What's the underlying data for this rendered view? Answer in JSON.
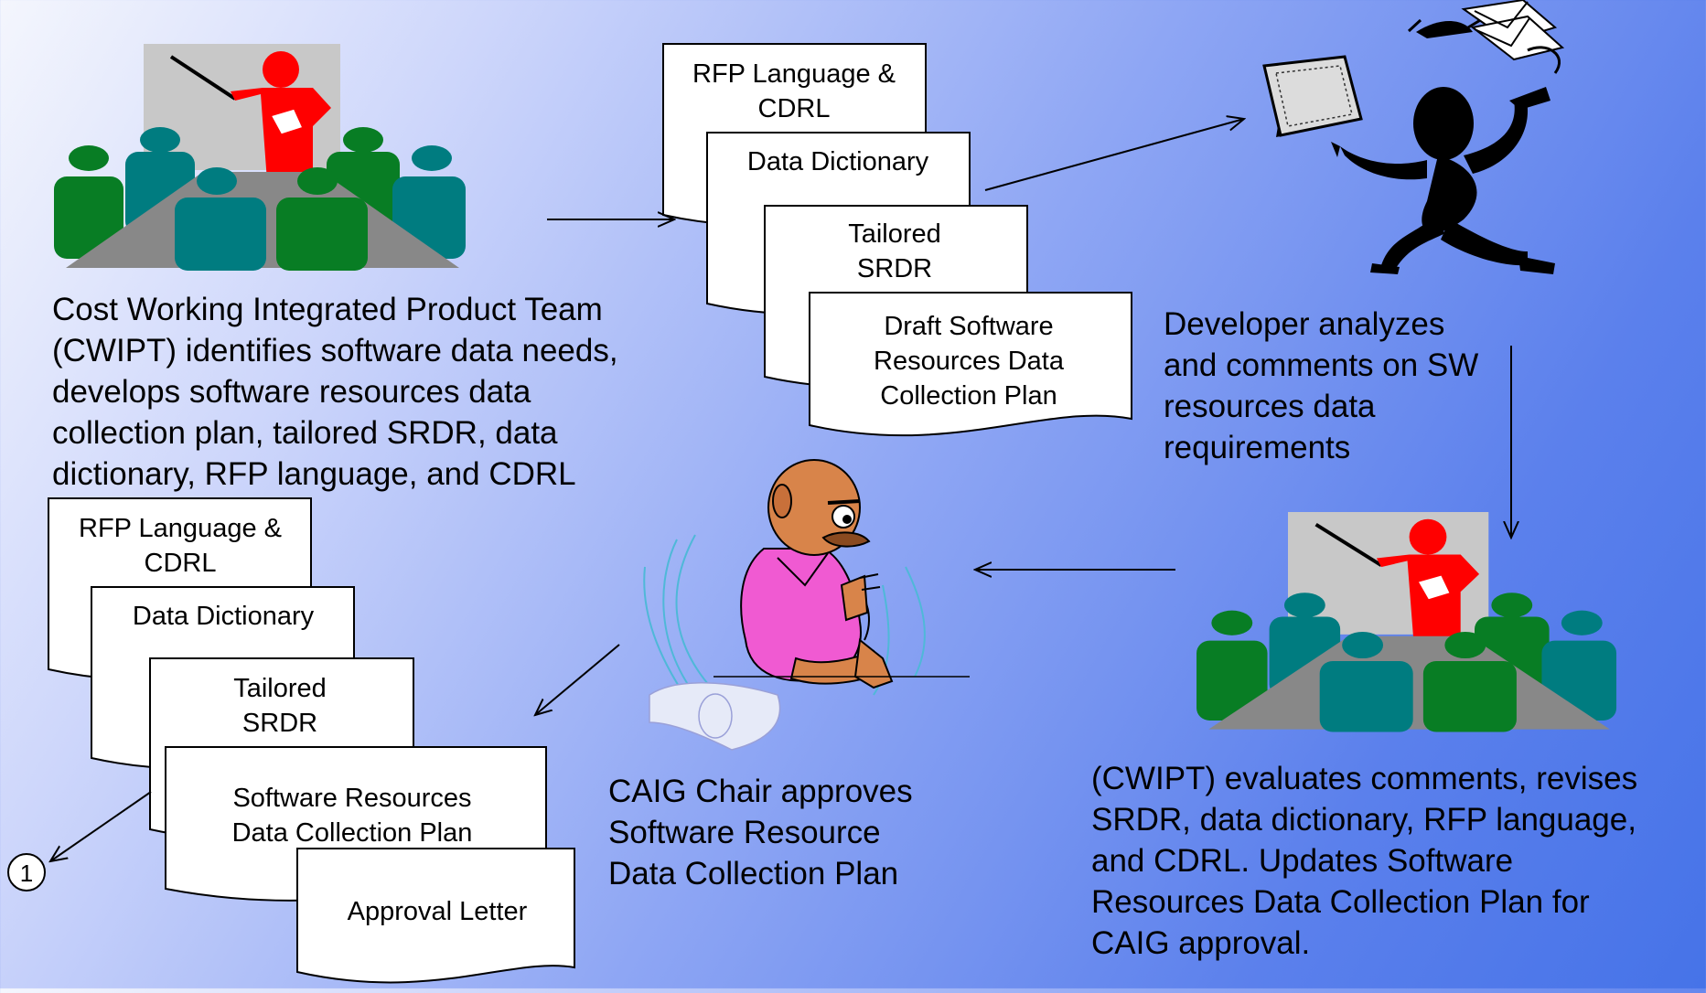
{
  "stack_top": {
    "doc1": [
      "RFP Language &",
      "CDRL"
    ],
    "doc2": [
      "Data Dictionary"
    ],
    "doc3": [
      "Tailored",
      "SRDR"
    ],
    "doc4": [
      "Draft Software",
      "Resources Data",
      "Collection Plan"
    ]
  },
  "stack_bottom": {
    "doc1": [
      "RFP Language &",
      "CDRL"
    ],
    "doc2": [
      "Data Dictionary"
    ],
    "doc3": [
      "Tailored",
      "SRDR"
    ],
    "doc4": [
      "Software Resources",
      "Data Collection Plan"
    ],
    "doc5": [
      "Approval Letter"
    ]
  },
  "captions": {
    "cwipt_identifies": "Cost Working Integrated Product Team\n(CWIPT) identifies software data needs,\ndevelops software resources data\ncollection plan, tailored SRDR, data\ndictionary, RFP language, and CDRL",
    "developer": "Developer analyzes\nand comments on SW\nresources data\nrequirements",
    "cwipt_evaluates": "(CWIPT) evaluates comments, revises\nSRDR, data dictionary, RFP language,\nand CDRL.  Updates Software\nResources Data Collection  Plan for\nCAIG approval.",
    "caig_chair": "CAIG Chair approves\nSoftware Resource\nData Collection Plan"
  },
  "connector_label": "1",
  "colors": {
    "presenter": "#ff0000",
    "green": "#087d24",
    "teal": "#007c80",
    "table": "#888888",
    "board": "#c8c8c8",
    "shirt": "#f05ad2"
  }
}
